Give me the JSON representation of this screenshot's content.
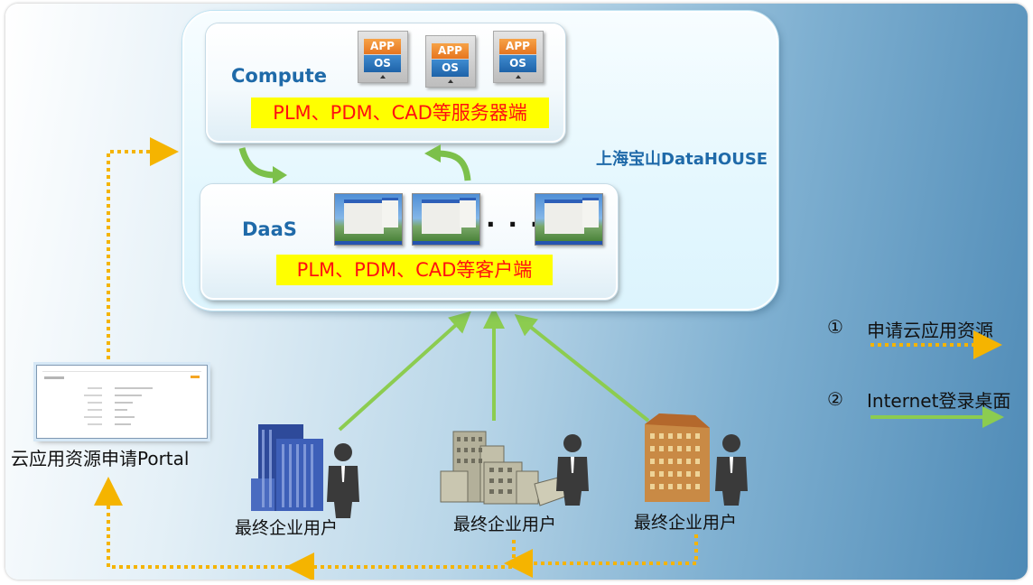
{
  "datacenter": {
    "label": "上海宝山DataHOUSE"
  },
  "compute": {
    "title": "Compute",
    "caption": "PLM、PDM、CAD等服务器端",
    "app_icons": [
      {
        "app": "APP",
        "os": "OS"
      },
      {
        "app": "APP",
        "os": "OS"
      },
      {
        "app": "APP",
        "os": "OS"
      }
    ]
  },
  "daas": {
    "title": "DaaS",
    "caption": "PLM、PDM、CAD等客户端",
    "ellipsis": "· · ·",
    "desktop_icons": [
      "desktop-screenshot",
      "desktop-screenshot",
      "desktop-screenshot"
    ]
  },
  "portal": {
    "label": "云应用资源申请Portal"
  },
  "users": [
    {
      "label": "最终企业用户",
      "icon": "building-blue-icon"
    },
    {
      "label": "最终企业用户",
      "icon": "building-grey-icon"
    },
    {
      "label": "最终企业用户",
      "icon": "building-brown-icon"
    }
  ],
  "legend": [
    {
      "marker": "①",
      "text": "申请云应用资源",
      "style": "dotted-arrow",
      "color": "#f5b400"
    },
    {
      "marker": "②",
      "text": "Internet登录桌面",
      "style": "solid-arrow",
      "color": "#8ccc50"
    }
  ],
  "colors": {
    "title_blue": "#1f6aa9",
    "caption_red": "#ff1010",
    "caption_bg": "#ffff00",
    "request_flow": "#f5b400",
    "login_flow": "#8ccc50"
  }
}
